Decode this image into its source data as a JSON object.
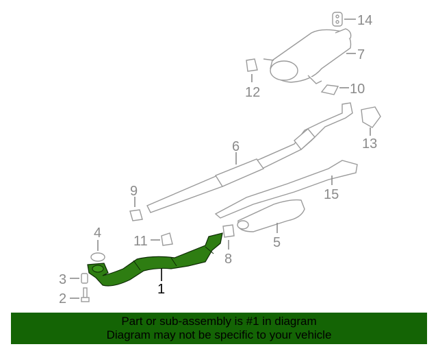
{
  "diagram": {
    "highlight_color": "#2e7d12",
    "callouts": [
      {
        "id": "1",
        "label": "1"
      },
      {
        "id": "2",
        "label": "2"
      },
      {
        "id": "3",
        "label": "3"
      },
      {
        "id": "4",
        "label": "4"
      },
      {
        "id": "5",
        "label": "5"
      },
      {
        "id": "6",
        "label": "6"
      },
      {
        "id": "7",
        "label": "7"
      },
      {
        "id": "8",
        "label": "8"
      },
      {
        "id": "9",
        "label": "9"
      },
      {
        "id": "10",
        "label": "10"
      },
      {
        "id": "11",
        "label": "11"
      },
      {
        "id": "12",
        "label": "12"
      },
      {
        "id": "13",
        "label": "13"
      },
      {
        "id": "14",
        "label": "14"
      },
      {
        "id": "15",
        "label": "15"
      }
    ]
  },
  "banner": {
    "color": "#146405",
    "line1": "Part or sub-assembly is #1 in diagram",
    "line2": "Diagram may not be specific to your vehicle"
  }
}
